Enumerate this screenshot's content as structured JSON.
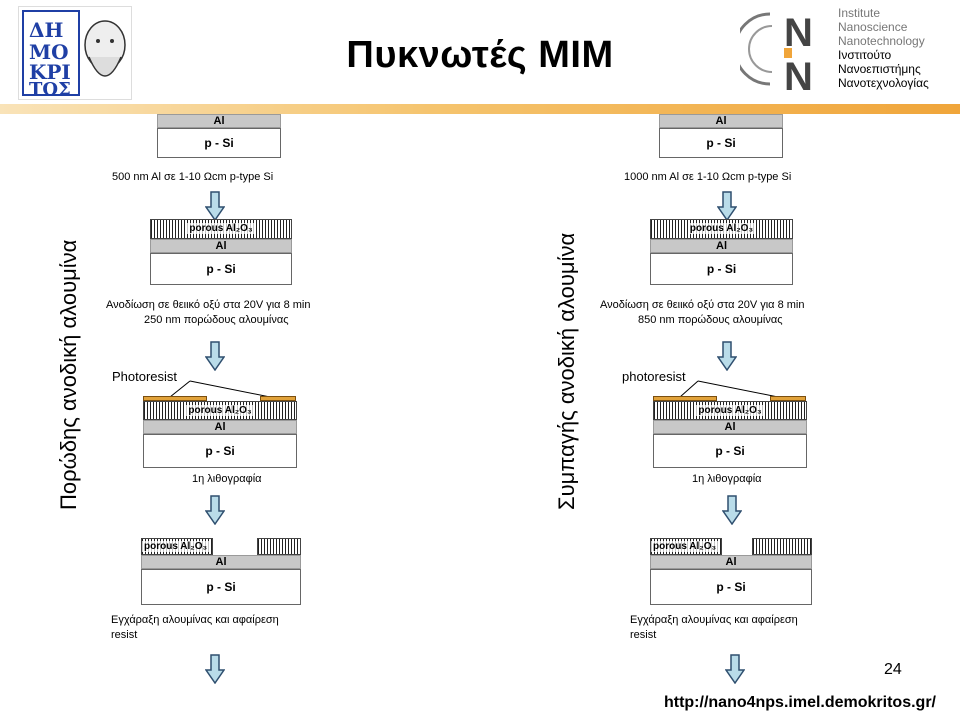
{
  "slide": {
    "title": "Πυκνωτές MIM",
    "page_number": "24",
    "footer_url": "http://nano4nps.imel.demokritos.gr/"
  },
  "logos": {
    "left_text": "ΔΗΜΟΚΡΙΤΟΣ",
    "right_mark": "NN",
    "institute_en": [
      "Institute",
      "Nanoscience",
      "Nanotechnology"
    ],
    "institute_gr": [
      "Ινστιτούτο",
      "Νανοεπιστήμης",
      "Νανοτεχνολογίας"
    ]
  },
  "layers": {
    "al": "Al",
    "si": "p - Si",
    "porous": "porous Al₂O₃"
  },
  "left": {
    "vertical_label": "Πορώδης ανοδική αλουμίνα",
    "step1": "500 nm Al σε 1-10 Ωcm p-type Si",
    "step2_line1": "Ανοδίωση σε θειικό οξύ στα 20V για 8 min",
    "step2_line2": "250 nm πορώδους αλουμίνας",
    "resist_label": "Photoresist",
    "step3": "1η λιθογραφία",
    "step4_line1": "Εγχάραξη αλουμίνας και αφαίρεση",
    "step4_line2": "resist"
  },
  "right": {
    "vertical_label": "Συμπαγής ανοδική αλουμίνα",
    "step1": "1000 nm Al σε 1-10 Ωcm p-type Si",
    "step2_line1": "Ανοδίωση σε θειικό οξύ στα 20V για 8 min",
    "step2_line2": "850 nm πορώδους αλουμίνας",
    "resist_label": "photoresist",
    "step3": "1η λιθογραφία",
    "step4_line1": "Εγχάραξη αλουμίνας και αφαίρεση",
    "step4_line2": "resist"
  },
  "colors": {
    "al": "#c8c8c8",
    "resist": "#e1a23a",
    "arrow_fill": "#b9dce9",
    "arrow_stroke": "#2f4f6f"
  }
}
